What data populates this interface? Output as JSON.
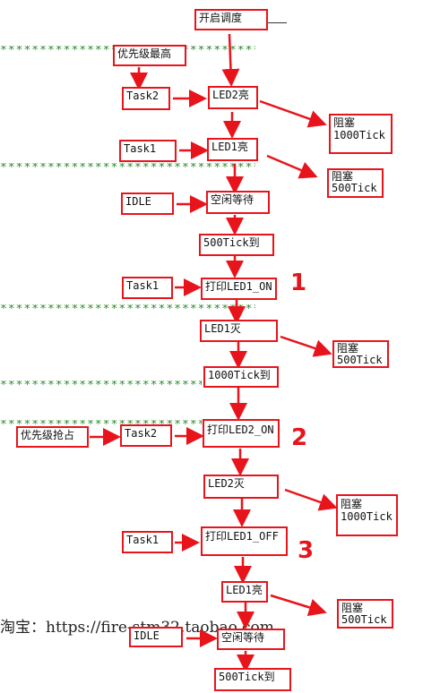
{
  "stars": "************************************",
  "nodes": {
    "start": "开启调度",
    "priority_high": "优先级最高",
    "task2_a": "Task2",
    "led2_on_a": "LED2亮",
    "block1000_a": "阻塞\n1000Tick",
    "task1_a": "Task1",
    "led1_on_a": "LED1亮",
    "block500_a": "阻塞\n500Tick",
    "idle_a": "IDLE",
    "idle_wait_a": "空闲等待",
    "tick500_a": "500Tick到",
    "task1_b": "Task1",
    "print_led1_on": "打印LED1_ON",
    "led1_off_a": "LED1灭",
    "block500_b": "阻塞\n500Tick",
    "tick1000": "1000Tick到",
    "priority_preempt": "优先级抢占",
    "task2_b": "Task2",
    "print_led2_on": "打印LED2_ON",
    "led2_off": "LED2灭",
    "block1000_b": "阻塞\n1000Tick",
    "task1_c": "Task1",
    "print_led1_off": "打印LED1_OFF",
    "led1_on_b": "LED1亮",
    "block500_c": "阻塞\n500Tick",
    "idle_b": "IDLE",
    "idle_wait_b": "空闲等待",
    "tick500_b": "500Tick到"
  },
  "markers": {
    "m1": "1",
    "m2": "2",
    "m3": "3"
  },
  "footer": "淘宝：https://fire-stm32.taobao.com",
  "colors": {
    "arrow": "#e8141c",
    "stars": "#2e8b2e"
  }
}
